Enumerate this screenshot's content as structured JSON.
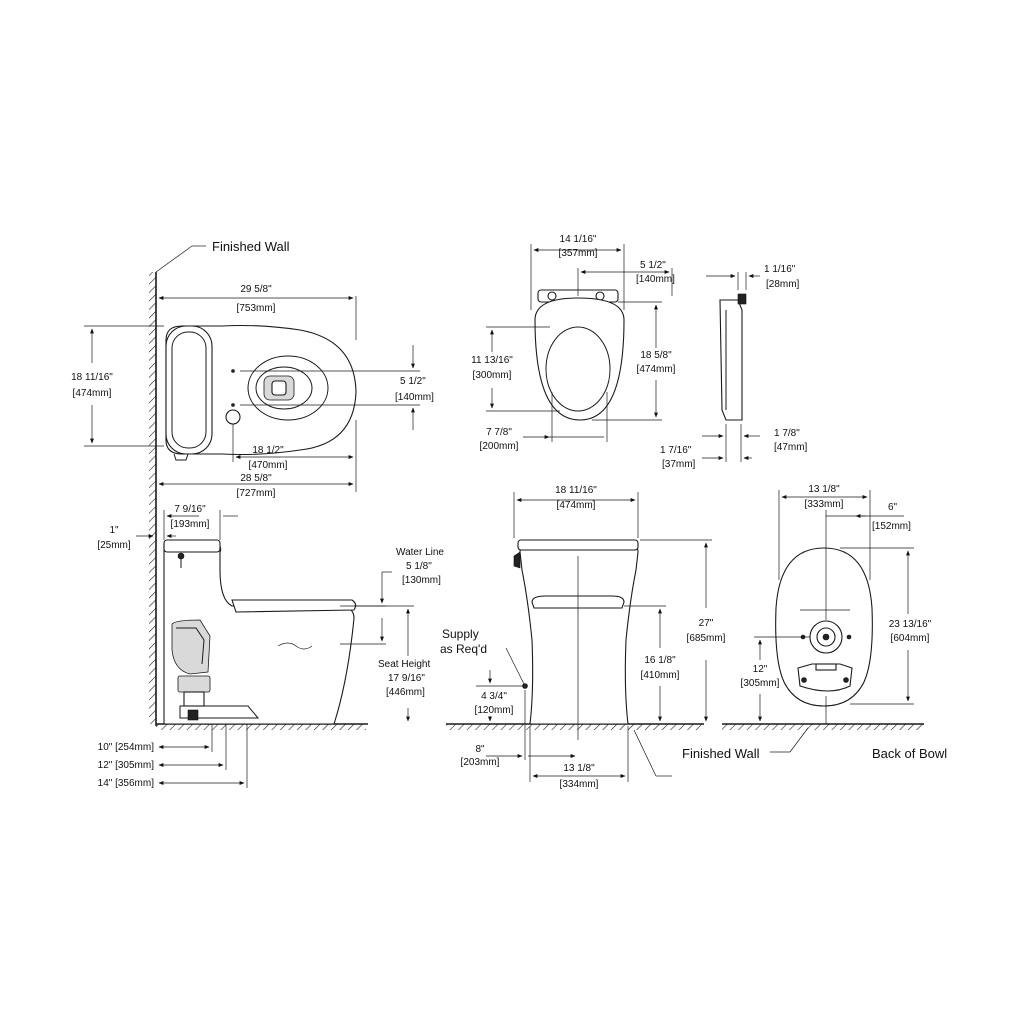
{
  "labels": {
    "finished_wall_top": "Finished Wall",
    "finished_wall_bottom": "Finished Wall",
    "back_of_bowl": "Back of Bowl",
    "water_line": "Water Line",
    "seat_height": "Seat Height",
    "supply_1": "Supply",
    "supply_2": "as Req'd"
  },
  "dims": {
    "top_len_in": "29 5/8\"",
    "top_len_mm": "[753mm]",
    "top_h_in": "18 11/16\"",
    "top_h_mm": "[474mm]",
    "bolt_in": "5 1/2\"",
    "bolt_mm": "[140mm]",
    "bowl_in": "18 1/2\"",
    "bowl_mm": "[470mm]",
    "ext_in": "28 5/8\"",
    "ext_mm": "[727mm]",
    "seat_w_in": "14 1/16\"",
    "seat_w_mm": "[357mm]",
    "hinge_in": "5 1/2\"",
    "hinge_mm": "[140mm]",
    "open_in": "11 13/16\"",
    "open_mm": "[300mm]",
    "seat_len_in": "18 5/8\"",
    "seat_len_mm": "[474mm]",
    "seat_front_in": "7 7/8\"",
    "seat_front_mm": "[200mm]",
    "lid_t_in": "1 1/16\"",
    "lid_t_mm": "[28mm]",
    "lid_b_in": "1 7/16\"",
    "lid_b_mm": "[37mm]",
    "lid_c_in": "1 7/8\"",
    "lid_c_mm": "[47mm]",
    "tank_d_in": "7 9/16\"",
    "tank_d_mm": "[193mm]",
    "gap_in": "1\"",
    "gap_mm": "[25mm]",
    "water_in": "5 1/8\"",
    "water_mm": "[130mm]",
    "seat_ht_in": "17 9/16\"",
    "seat_ht_mm": "[446mm]",
    "rough10": "10\" [254mm]",
    "rough12": "12\" [305mm]",
    "rough14": "14\" [356mm]",
    "front_w_in": "18 11/16\"",
    "front_w_mm": "[474mm]",
    "front_h_in": "27\"",
    "front_h_mm": "[685mm]",
    "rim_in": "16 1/8\"",
    "rim_mm": "[410mm]",
    "sup_in": "4 3/4\"",
    "sup_mm": "[120mm]",
    "sup8_in": "8\"",
    "sup8_mm": "[203mm]",
    "base_in": "13 1/8\"",
    "base_mm": "[334mm]",
    "back_w_in": "13 1/8\"",
    "back_w_mm": "[333mm]",
    "back_six_in": "6\"",
    "back_six_mm": "[152mm]",
    "back_h_in": "23 13/16\"",
    "back_h_mm": "[604mm]",
    "back12_in": "12\"",
    "back12_mm": "[305mm]"
  }
}
